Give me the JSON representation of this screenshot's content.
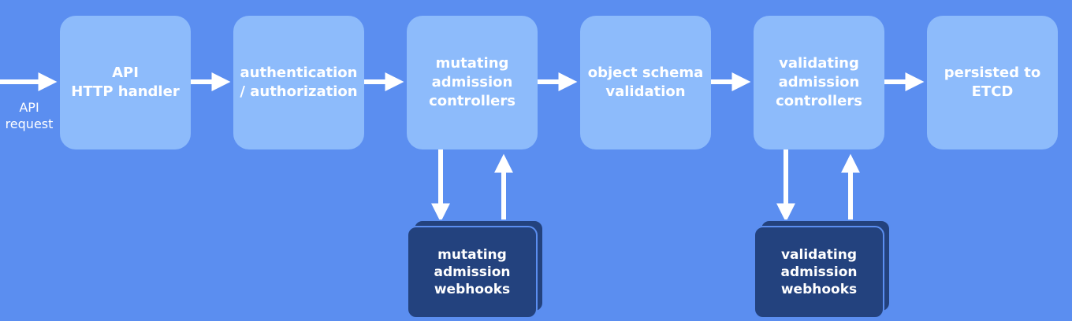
{
  "request_label": "API\nrequest",
  "stages": [
    {
      "id": "api-http-handler",
      "label": "API\nHTTP handler"
    },
    {
      "id": "authentication-authorization",
      "label": "authentication\n/ authorization"
    },
    {
      "id": "mutating-admission-controllers",
      "label": "mutating\nadmission\ncontrollers"
    },
    {
      "id": "object-schema-validation",
      "label": "object schema\nvalidation"
    },
    {
      "id": "validating-admission-controllers",
      "label": "validating\nadmission\ncontrollers"
    },
    {
      "id": "persisted-to-etcd",
      "label": "persisted to\nETCD"
    }
  ],
  "webhooks": {
    "mutating": {
      "label": "mutating\nadmission\nwebhooks"
    },
    "validating": {
      "label": "validating\nadmission\nwebhooks"
    }
  },
  "colors": {
    "background": "#5b8ef0",
    "stage_box": "#8dbbfb",
    "webhook_box": "#23427e",
    "arrow": "#ffffff",
    "text": "#ffffff"
  }
}
